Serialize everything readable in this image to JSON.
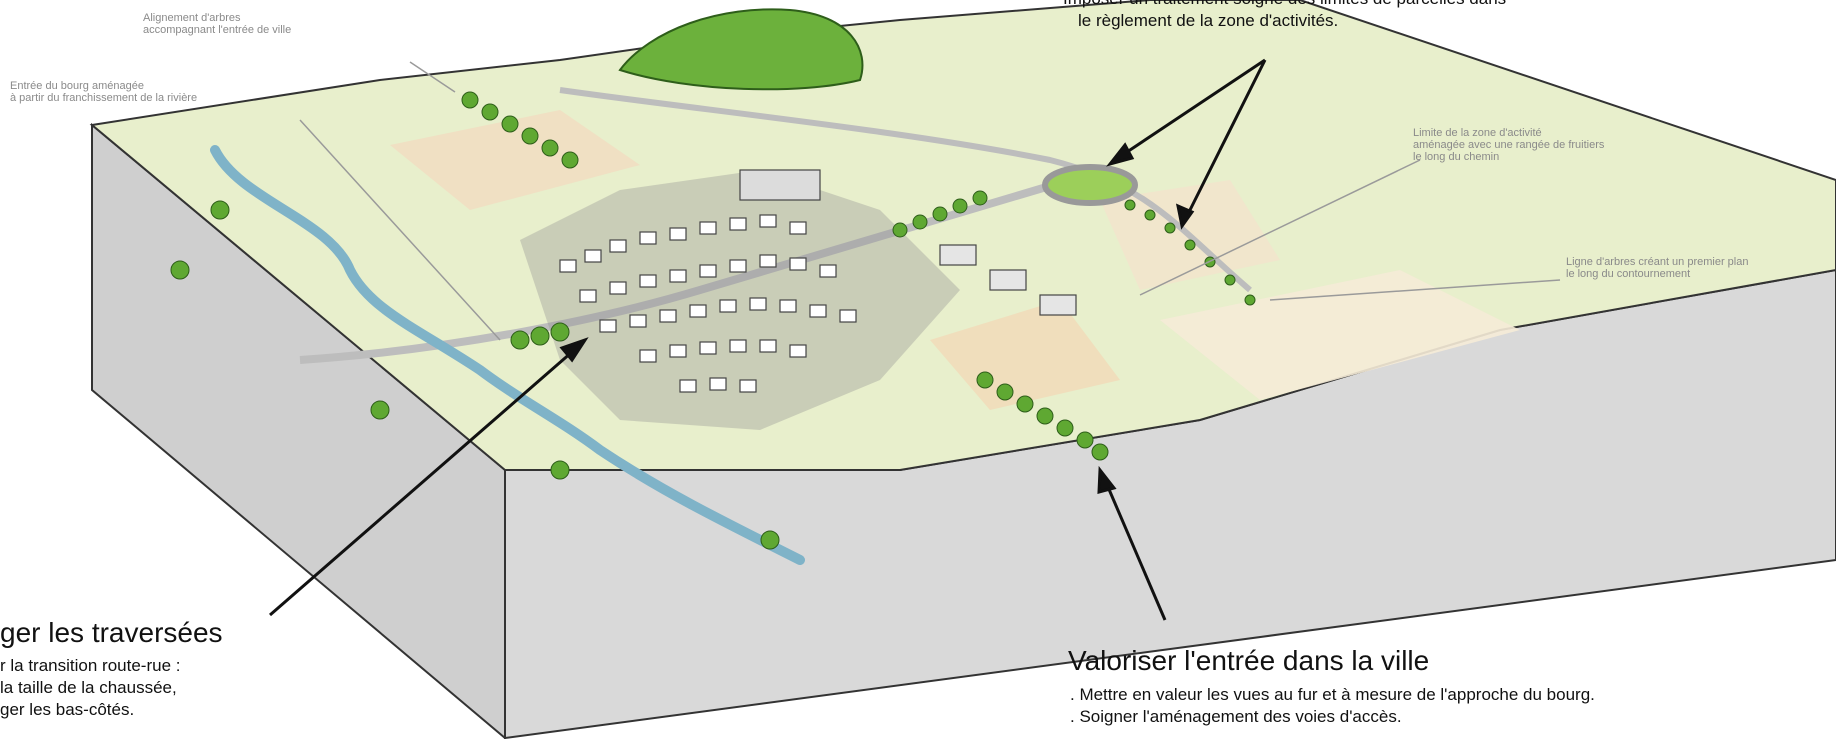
{
  "labels": {
    "trees_entrance": "Alignement d'arbres\naccompagnant l'entrée de ville",
    "bourg_entrance": "Entrée du bourg aménagée\nà partir du franchissement de la rivière",
    "zone_limit": "Limite de la zone d'activité\naménagée avec une rangée de fruitiers\nle long du chemin",
    "tree_line": "Ligne d'arbres créant un premier plan\nle long du contournement"
  },
  "top_right": {
    "line1": "Imposer un traitement soigné des limites de parcelles dans",
    "line2": "le règlement de la zone d'activités."
  },
  "bottom_left": {
    "title": "ger les traversées",
    "lines": "r la transition route-rue :\n la taille de la chaussée,\nger les bas-côtés."
  },
  "bottom_right": {
    "title": "Valoriser l'entrée dans la ville",
    "lines": ". Mettre en valeur les vues au fur et à mesure de l'approche du bourg.\n. Soigner l'aménagement des voies d'accès."
  },
  "colors": {
    "terrain": "#e8efcc",
    "field_warm": "#f1dcc0",
    "river": "#7fb3c8",
    "tree": "#5fa832",
    "soil_side": "#c9c9c9",
    "soil_front": "#d7d7d7"
  }
}
